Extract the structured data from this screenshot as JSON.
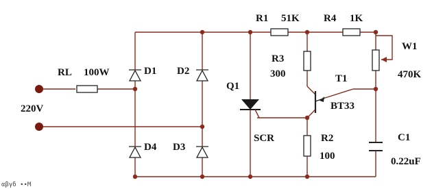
{
  "labels": {
    "rl": "RL",
    "rl_value": "100W",
    "voltage": "220V",
    "d1": "D1",
    "d2": "D2",
    "d3": "D3",
    "d4": "D4",
    "q1": "Q1",
    "scr": "SCR",
    "r1": "R1",
    "r1_value": "51K",
    "r4": "R4",
    "r4_value": "1K",
    "w1": "W1",
    "w1_value": "470K",
    "r3": "R3",
    "r3_value": "300",
    "t1": "T1",
    "t1_type": "BT33",
    "r2": "R2",
    "r2_value": "100",
    "c1": "C1",
    "c1_value": "0.22uF"
  },
  "watermark": "αβγδ ∙∙M",
  "colors": {
    "wire": "#8a2b1e",
    "component": "#222222",
    "scr_fill": "#1a1a1a",
    "background": "#ffffff"
  }
}
